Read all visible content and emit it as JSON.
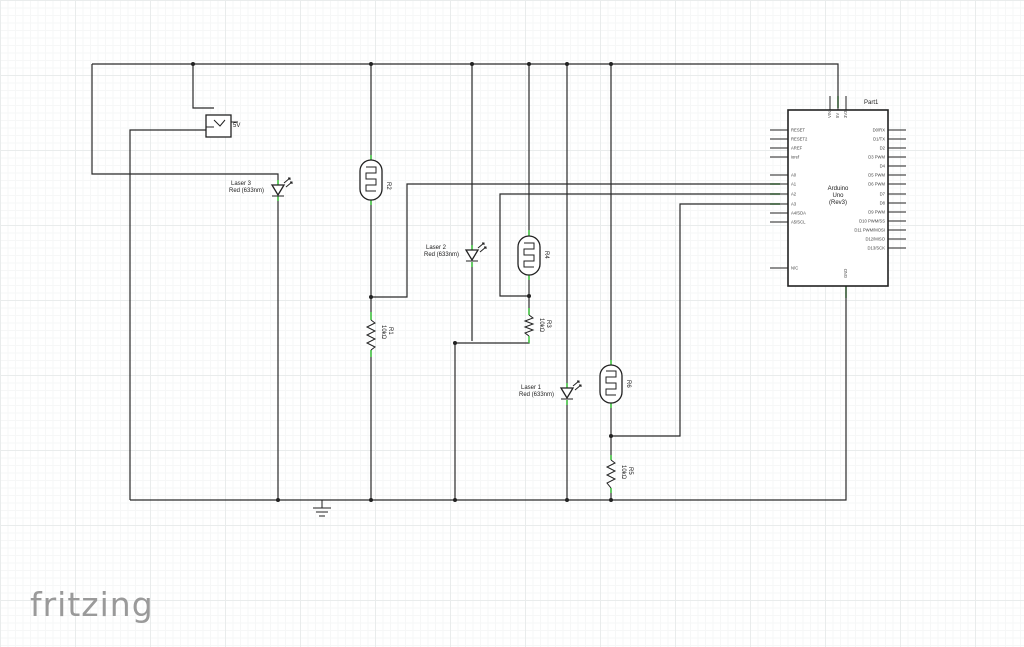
{
  "components": {
    "power_jack": "5V",
    "laser3": {
      "name": "Laser 3",
      "desc": "Red (633nm)"
    },
    "laser2": {
      "name": "Laser 2",
      "desc": "Red (633nm)"
    },
    "laser1": {
      "name": "Laser 1",
      "desc": "Red (633nm)"
    },
    "r1": {
      "name": "R1",
      "value": "10kΩ"
    },
    "r2": {
      "name": "R2"
    },
    "r3": {
      "name": "R3",
      "value": "10kΩ"
    },
    "r4": {
      "name": "R4"
    },
    "r5": {
      "name": "R5",
      "value": "10kΩ"
    },
    "r6": {
      "name": "R6"
    }
  },
  "arduino": {
    "part_label": "Part1",
    "title": "Arduino",
    "model": "Uno",
    "rev": "(Rev3)",
    "top_pins": [
      "VIN",
      "5V",
      "3V3"
    ],
    "bottom_pin": "GND",
    "left_pins": [
      "RESET",
      "RESET2",
      "AREF",
      "ioref",
      "A0",
      "A1",
      "A2",
      "A3",
      "A4/SDA",
      "A5/SCL",
      "N/C"
    ],
    "right_pins": [
      "D0/RX",
      "D1/TX",
      "D2",
      "D3 PWM",
      "D4",
      "D5 PWM",
      "D6 PWM",
      "D7",
      "D8",
      "D9 PWM",
      "D10 PWM/SS",
      "D11 PWM/MOSI",
      "D12/MISO",
      "D13/SCK"
    ]
  },
  "brand": "fritzing"
}
